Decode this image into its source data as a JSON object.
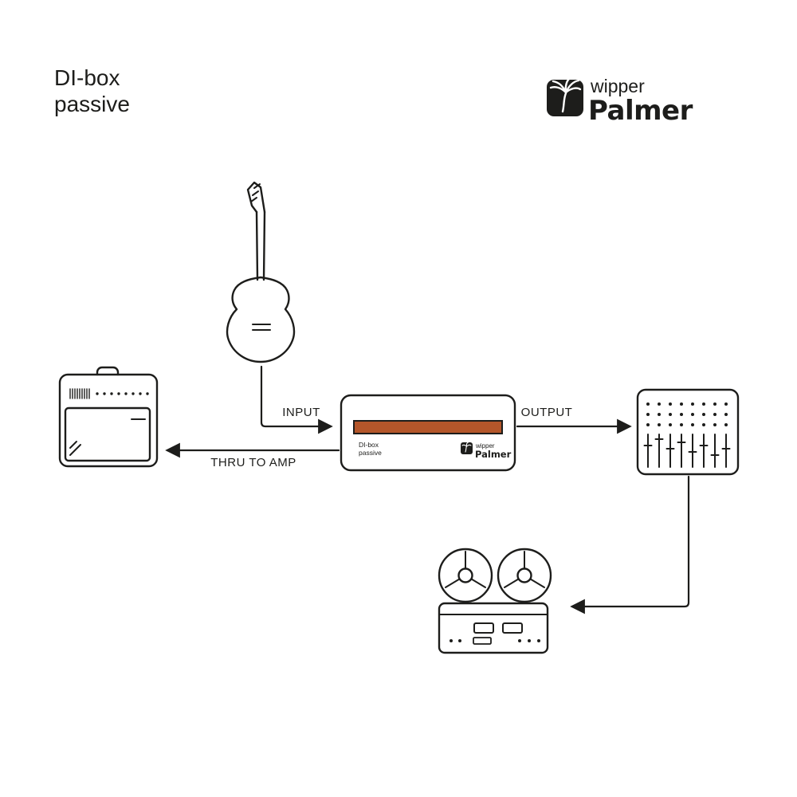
{
  "title": {
    "line1": "DI-box",
    "line2": "passive"
  },
  "logo": {
    "wipper": "wipper",
    "brand": "Palmer"
  },
  "flow": {
    "input_label": "INPUT",
    "output_label": "OUTPUT",
    "thru_label": "THRU TO AMP"
  },
  "di_box": {
    "line1": "DI-box",
    "line2": "passive",
    "logo_wipper": "wipper",
    "logo_brand": "Palmer"
  },
  "devices": {
    "guitar": "electric guitar",
    "amp": "guitar amplifier",
    "di_box": "DI-box passive",
    "mixer": "mixing console",
    "tape": "reel-to-reel tape recorder"
  },
  "colors": {
    "ink": "#1d1d1b",
    "accent": "#b4562a",
    "background": "#ffffff"
  }
}
